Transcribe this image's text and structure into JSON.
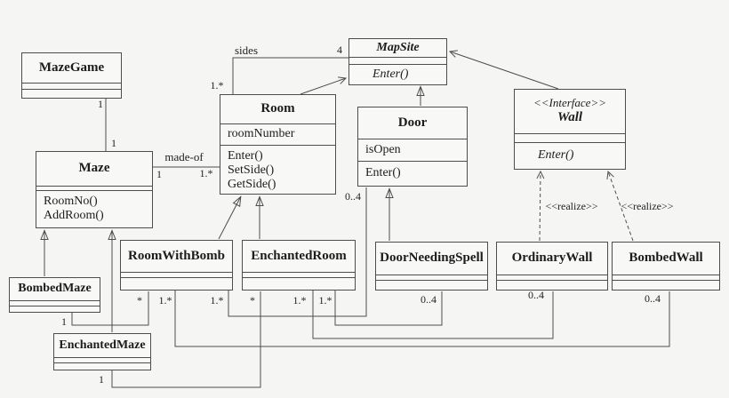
{
  "uml": {
    "classes": {
      "mazegame": {
        "name": "MazeGame",
        "attributes": [],
        "methods": []
      },
      "maze": {
        "name": "Maze",
        "attributes": [],
        "methods": [
          "RoomNo()",
          "AddRoom()"
        ]
      },
      "mapsite": {
        "name": "MapSite",
        "attributes": [],
        "methods": [
          "Enter()"
        ]
      },
      "room": {
        "name": "Room",
        "attributes": [
          "roomNumber"
        ],
        "methods": [
          "Enter()",
          "SetSide()",
          "GetSide()"
        ]
      },
      "door": {
        "name": "Door",
        "attributes": [
          "isOpen"
        ],
        "methods": [
          "Enter()"
        ]
      },
      "wall": {
        "name": "Wall",
        "stereotype": "<<Interface>>",
        "attributes": [],
        "methods": [
          "Enter()"
        ]
      },
      "bombedmaze": {
        "name": "BombedMaze",
        "attributes": [],
        "methods": []
      },
      "enchantedmaze": {
        "name": "EnchantedMaze",
        "attributes": [],
        "methods": []
      },
      "roomwithbomb": {
        "name": "RoomWithBomb",
        "attributes": [],
        "methods": []
      },
      "enchantedroom": {
        "name": "EnchantedRoom",
        "attributes": [],
        "methods": []
      },
      "doorneedingspell": {
        "name": "DoorNeedingSpell",
        "attributes": [],
        "methods": []
      },
      "ordinarywall": {
        "name": "OrdinaryWall",
        "attributes": [],
        "methods": []
      },
      "bombedwall": {
        "name": "BombedWall",
        "attributes": [],
        "methods": []
      }
    },
    "relationships": [
      {
        "type": "association",
        "from": "MazeGame",
        "to": "Maze",
        "from_mult": "1",
        "to_mult": "1"
      },
      {
        "type": "association",
        "name": "made-of",
        "from": "Maze",
        "to": "Room",
        "from_mult": "1",
        "to_mult": "1.*"
      },
      {
        "type": "association",
        "name": "sides",
        "from": "Room",
        "to": "MapSite",
        "from_mult": "1.*",
        "to_mult": "4"
      },
      {
        "type": "generalization",
        "from": "Room",
        "to": "MapSite"
      },
      {
        "type": "generalization",
        "from": "Door",
        "to": "MapSite"
      },
      {
        "type": "generalization",
        "from": "Wall",
        "to": "MapSite"
      },
      {
        "type": "generalization",
        "from": "BombedMaze",
        "to": "Maze"
      },
      {
        "type": "generalization",
        "from": "EnchantedMaze",
        "to": "Maze"
      },
      {
        "type": "generalization",
        "from": "RoomWithBomb",
        "to": "Room"
      },
      {
        "type": "generalization",
        "from": "EnchantedRoom",
        "to": "Room"
      },
      {
        "type": "generalization",
        "from": "DoorNeedingSpell",
        "to": "Door"
      },
      {
        "type": "realization",
        "label": "<<realize>>",
        "from": "OrdinaryWall",
        "to": "Wall"
      },
      {
        "type": "realization",
        "label": "<<realize>>",
        "from": "BombedWall",
        "to": "Wall"
      },
      {
        "type": "association",
        "from": "BombedMaze",
        "to": "RoomWithBomb",
        "from_mult": "1",
        "to_mult": "*"
      },
      {
        "type": "association",
        "from": "EnchantedMaze",
        "to": "EnchantedRoom",
        "from_mult": "1",
        "to_mult": "*"
      },
      {
        "type": "association",
        "from": "RoomWithBomb",
        "to": "Door",
        "from_mult": "1.*",
        "to_mult": "0..4"
      },
      {
        "type": "association",
        "from": "RoomWithBomb",
        "to": "BombedWall",
        "from_mult": "1.*",
        "to_mult": "0..4"
      },
      {
        "type": "association",
        "from": "EnchantedRoom",
        "to": "OrdinaryWall",
        "from_mult": "1.*",
        "to_mult": "0..4"
      },
      {
        "type": "association",
        "from": "EnchantedRoom",
        "to": "DoorNeedingSpell",
        "from_mult": "1.*",
        "to_mult": "0..4"
      }
    ]
  }
}
